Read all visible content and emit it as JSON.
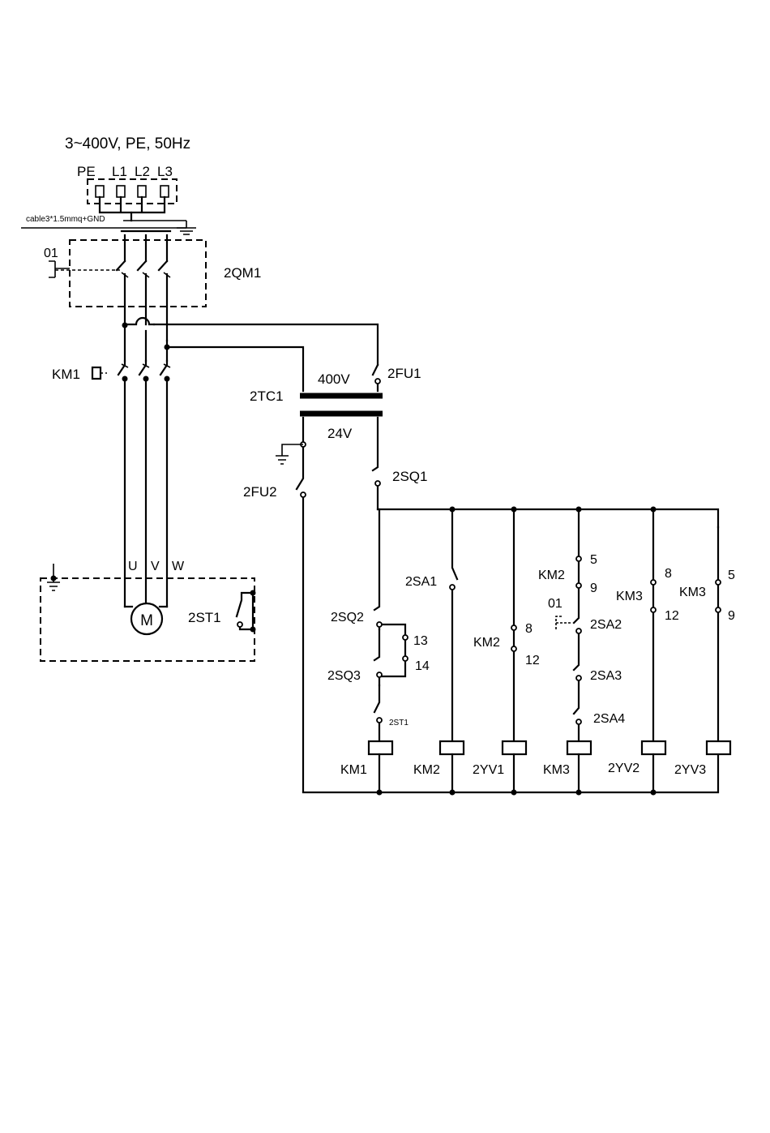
{
  "supply": {
    "spec": "3~400V, PE, 50Hz",
    "terminals": [
      "PE",
      "L1",
      "L2",
      "L3"
    ],
    "cable": "cable3*1.5mmq+GND"
  },
  "power": {
    "breaker_label": "2QM1",
    "breaker_trip_label": "01",
    "contactor_label": "KM1",
    "motor_symbol": "M",
    "phase_labels": [
      "U",
      "V",
      "W"
    ],
    "thermal_label": "2ST1"
  },
  "transformer": {
    "label": "2TC1",
    "primary": "400V",
    "secondary": "24V",
    "fuse_primary": "2FU1",
    "fuse_secondary": "2FU2"
  },
  "control": {
    "main_switch": "2SQ1",
    "branch1": {
      "sq2": "2SQ2",
      "sq3": "2SQ3",
      "n13": "13",
      "n14": "14",
      "st1": "2ST1",
      "coil": "KM1"
    },
    "branch2": {
      "sa1": "2SA1",
      "coil": "KM2"
    },
    "branch3": {
      "contact": "KM2",
      "n8": "8",
      "n12": "12",
      "coil": "2YV1"
    },
    "branch4": {
      "contact": "KM2",
      "n5": "5",
      "n9": "9",
      "sa2_trip": "01",
      "sa2": "2SA2",
      "sa3": "2SA3",
      "sa4": "2SA4",
      "coil": "KM3"
    },
    "branch5": {
      "contact": "KM3",
      "n8": "8",
      "n12": "12",
      "coil": "2YV2"
    },
    "branch6": {
      "contact": "KM3",
      "n5": "5",
      "n9": "9",
      "coil": "2YV3"
    }
  }
}
